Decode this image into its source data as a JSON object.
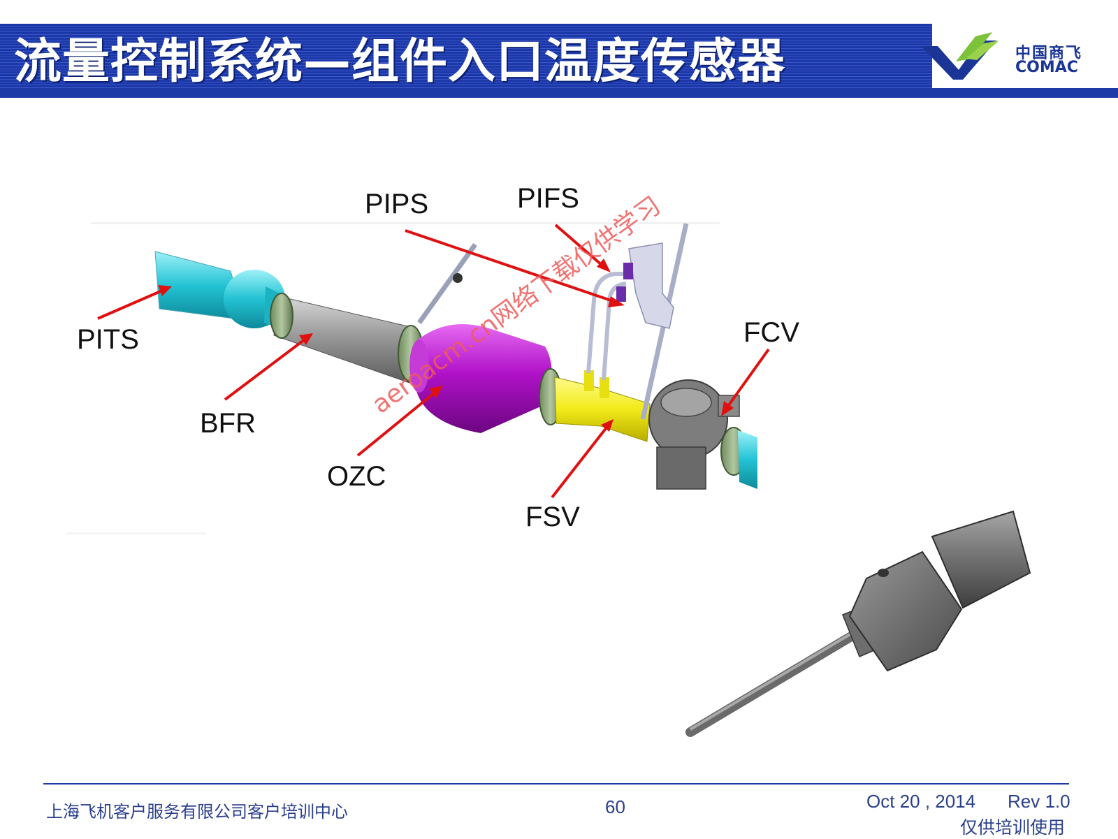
{
  "slide": {
    "title": "流量控制系统—组件入口温度传感器",
    "logo": {
      "cn": "中国商飞",
      "en": "COMAC"
    },
    "watermark": "aeroacm.cn网络下载仅供学习"
  },
  "diagram": {
    "labels": {
      "pips": "PIPS",
      "pifs": "PIFS",
      "pits": "PITS",
      "fcv": "FCV",
      "bfr": "BFR",
      "ozc": "OZC",
      "fsv": "FSV"
    }
  },
  "footer": {
    "company": "上海飞机客户服务有限公司客户培训中心",
    "page": "60",
    "date": "Oct 20 , 2014",
    "rev": "Rev 1.0",
    "note": "仅供培训使用"
  },
  "colors": {
    "header_blue": "#1b37a8",
    "duct_cyan": "#2cc6d6",
    "ozc_magenta": "#b012c8",
    "fsv_yellow": "#f2ea18",
    "arrow_red": "#e01010",
    "logo_green": "#7cc23a"
  }
}
